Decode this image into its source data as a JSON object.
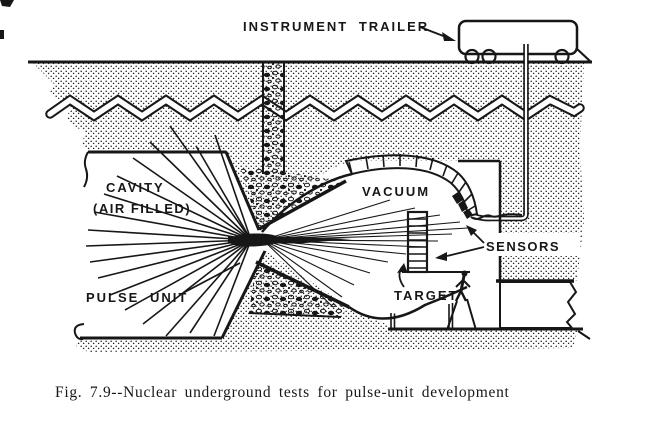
{
  "figure": {
    "type": "technical-illustration",
    "caption": "Fig. 7.9--Nuclear underground tests for pulse-unit development",
    "labels": {
      "instrument_trailer": "INSTRUMENT TRAILER",
      "cavity_line1": "CAVITY",
      "cavity_line2": "(AIR FILLED)",
      "vacuum": "VACUUM",
      "pulse_unit": "PULSE UNIT",
      "target": "TARGET",
      "sensors": "SENSORS"
    },
    "colors": {
      "ink": "#171717",
      "paper": "#ffffff"
    }
  }
}
